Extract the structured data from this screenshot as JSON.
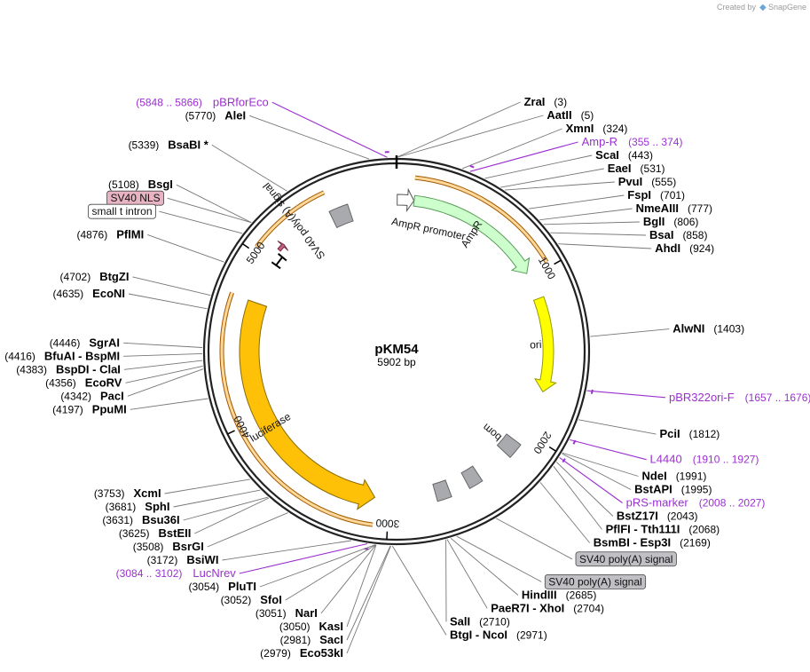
{
  "credit": {
    "text": "Created by",
    "brand": "SnapGene"
  },
  "plasmid": {
    "name": "pKM54",
    "size": "5902 bp",
    "length": 5902
  },
  "ticks": [
    {
      "pos": 1000,
      "label": "1000"
    },
    {
      "pos": 2000,
      "label": "2000"
    },
    {
      "pos": 3000,
      "label": "3000"
    },
    {
      "pos": 4000,
      "label": "4000"
    },
    {
      "pos": 5000,
      "label": "5000"
    }
  ],
  "features": [
    {
      "name": "AmpR promoter",
      "start": 4,
      "end": 108,
      "style": "promoter",
      "color": "#ffffff"
    },
    {
      "name": "AmpR",
      "start": 109,
      "end": 969,
      "style": "cds",
      "color": "#ccffcc"
    },
    {
      "name": "ori",
      "start": 1140,
      "end": 1728,
      "style": "ori",
      "color": "#ffff00"
    },
    {
      "name": "bom",
      "start": 2080,
      "end": 2180,
      "style": "box",
      "color": "#a8aaae"
    },
    {
      "name": "",
      "start": 2400,
      "end": 2490,
      "style": "box",
      "color": "#a8aaae"
    },
    {
      "name": "",
      "start": 2610,
      "end": 2700,
      "style": "box",
      "color": "#a8aaae"
    },
    {
      "name": "luciferase",
      "start": 3090,
      "end": 4740,
      "style": "cds-rev",
      "color": "#ffc107"
    },
    {
      "name": "small t intron",
      "start": 5010,
      "end": 5075,
      "style": "intron",
      "color": "#000000"
    },
    {
      "name": "SV40 NLS",
      "start": 5096,
      "end": 5120,
      "style": "nls",
      "color": "#c06080"
    },
    {
      "name": "SV40 poly(A) signal",
      "start": 5480,
      "end": 5600,
      "style": "box",
      "color": "#a8aaae"
    }
  ],
  "outer_arcs": [
    {
      "start": 100,
      "end": 970
    },
    {
      "start": 3080,
      "end": 4750
    },
    {
      "start": 5030,
      "end": 5500
    }
  ],
  "sites": [
    {
      "name": "ZraI",
      "pos": "(3)",
      "bp": 3,
      "side": "right"
    },
    {
      "name": "AatII",
      "pos": "(5)",
      "bp": 5,
      "side": "right"
    },
    {
      "name": "XmnI",
      "pos": "(324)",
      "bp": 324,
      "side": "right"
    },
    {
      "name": "ScaI",
      "pos": "(443)",
      "bp": 443,
      "side": "right"
    },
    {
      "name": "EaeI",
      "pos": "(531)",
      "bp": 531,
      "side": "right"
    },
    {
      "name": "PvuI",
      "pos": "(555)",
      "bp": 555,
      "side": "right"
    },
    {
      "name": "FspI",
      "pos": "(701)",
      "bp": 701,
      "side": "right"
    },
    {
      "name": "NmeAIII",
      "pos": "(777)",
      "bp": 777,
      "side": "right"
    },
    {
      "name": "BglI",
      "pos": "(806)",
      "bp": 806,
      "side": "right"
    },
    {
      "name": "BsaI",
      "pos": "(858)",
      "bp": 858,
      "side": "right"
    },
    {
      "name": "AhdI",
      "pos": "(924)",
      "bp": 924,
      "side": "right"
    },
    {
      "name": "AlwNI",
      "pos": "(1403)",
      "bp": 1403,
      "side": "right"
    },
    {
      "name": "PciI",
      "pos": "(1812)",
      "bp": 1812,
      "side": "right"
    },
    {
      "name": "NdeI",
      "pos": "(1991)",
      "bp": 1991,
      "side": "right"
    },
    {
      "name": "BstAPI",
      "pos": "(1995)",
      "bp": 1995,
      "side": "right"
    },
    {
      "name": "BstZ17I",
      "pos": "(2043)",
      "bp": 2043,
      "side": "right"
    },
    {
      "name": "PflFI  -  Tth111I",
      "pos": "(2068)",
      "bp": 2068,
      "side": "right"
    },
    {
      "name": "BsmBI  -  Esp3I",
      "pos": "(2169)",
      "bp": 2169,
      "side": "right"
    },
    {
      "name": "HindIII",
      "pos": "(2685)",
      "bp": 2685,
      "side": "right"
    },
    {
      "name": "PaeR7I  -  XhoI",
      "pos": "(2704)",
      "bp": 2704,
      "side": "right"
    },
    {
      "name": "SalI",
      "pos": "(2710)",
      "bp": 2710,
      "side": "right"
    },
    {
      "name": "BtgI  -  NcoI",
      "pos": "(2971)",
      "bp": 2971,
      "side": "right"
    },
    {
      "name": "Eco53kI",
      "pos": "(2979)",
      "bp": 2979,
      "side": "left"
    },
    {
      "name": "SacI",
      "pos": "(2981)",
      "bp": 2981,
      "side": "left"
    },
    {
      "name": "KasI",
      "pos": "(3050)",
      "bp": 3050,
      "side": "left"
    },
    {
      "name": "NarI",
      "pos": "(3051)",
      "bp": 3051,
      "side": "left"
    },
    {
      "name": "SfoI",
      "pos": "(3052)",
      "bp": 3052,
      "side": "left"
    },
    {
      "name": "PluTI",
      "pos": "(3054)",
      "bp": 3054,
      "side": "left"
    },
    {
      "name": "BsiWI",
      "pos": "(3172)",
      "bp": 3172,
      "side": "left"
    },
    {
      "name": "BsrGI",
      "pos": "(3508)",
      "bp": 3508,
      "side": "left"
    },
    {
      "name": "BstEII",
      "pos": "(3625)",
      "bp": 3625,
      "side": "left"
    },
    {
      "name": "Bsu36I",
      "pos": "(3631)",
      "bp": 3631,
      "side": "left"
    },
    {
      "name": "SphI",
      "pos": "(3681)",
      "bp": 3681,
      "side": "left"
    },
    {
      "name": "XcmI",
      "pos": "(3753)",
      "bp": 3753,
      "side": "left"
    },
    {
      "name": "PpuMI",
      "pos": "(4197)",
      "bp": 4197,
      "side": "left"
    },
    {
      "name": "PacI",
      "pos": "(4342)",
      "bp": 4342,
      "side": "left"
    },
    {
      "name": "EcoRV",
      "pos": "(4356)",
      "bp": 4356,
      "side": "left"
    },
    {
      "name": "BspDI  -  ClaI",
      "pos": "(4383)",
      "bp": 4383,
      "side": "left"
    },
    {
      "name": "BfuAI  -  BspMI",
      "pos": "(4416)",
      "bp": 4416,
      "side": "left"
    },
    {
      "name": "SgrAI",
      "pos": "(4446)",
      "bp": 4446,
      "side": "left"
    },
    {
      "name": "EcoNI",
      "pos": "(4635)",
      "bp": 4635,
      "side": "left"
    },
    {
      "name": "BtgZI",
      "pos": "(4702)",
      "bp": 4702,
      "side": "left"
    },
    {
      "name": "PflMI",
      "pos": "(4876)",
      "bp": 4876,
      "side": "left"
    },
    {
      "name": "BsgI",
      "pos": "(5108)",
      "bp": 5108,
      "side": "left"
    },
    {
      "name": "BsaBI *",
      "pos": "(5339)",
      "bp": 5339,
      "side": "left"
    },
    {
      "name": "AleI",
      "pos": "(5770)",
      "bp": 5770,
      "side": "left"
    }
  ],
  "primers": [
    {
      "name": "pBRforEco",
      "pos": "(5848 .. 5866)",
      "bp": 5857,
      "side": "left"
    },
    {
      "name": "Amp-R",
      "pos": "(355 .. 374)",
      "bp": 364,
      "side": "right"
    },
    {
      "name": "pBR322ori-F",
      "pos": "(1657 .. 1676)",
      "bp": 1666,
      "side": "right"
    },
    {
      "name": "L4440",
      "pos": "(1910 .. 1927)",
      "bp": 1918,
      "side": "right"
    },
    {
      "name": "pRS-marker",
      "pos": "(2008 .. 2027)",
      "bp": 2017,
      "side": "right"
    },
    {
      "name": "LucNrev",
      "pos": "(3084 .. 3102)",
      "bp": 3093,
      "side": "left"
    }
  ],
  "boxed_labels": [
    {
      "text": "SV40 NLS",
      "bp": 5108,
      "fill": "#e8b4c4"
    },
    {
      "text": "small t intron",
      "bp": 5040,
      "fill": "#ffffff"
    },
    {
      "text": "SV40 poly(A) signal",
      "bp": 2445,
      "fill": "#c0c0c4"
    },
    {
      "text": "SV40 poly(A) signal",
      "bp": 2655,
      "fill": "#c0c0c4"
    }
  ]
}
